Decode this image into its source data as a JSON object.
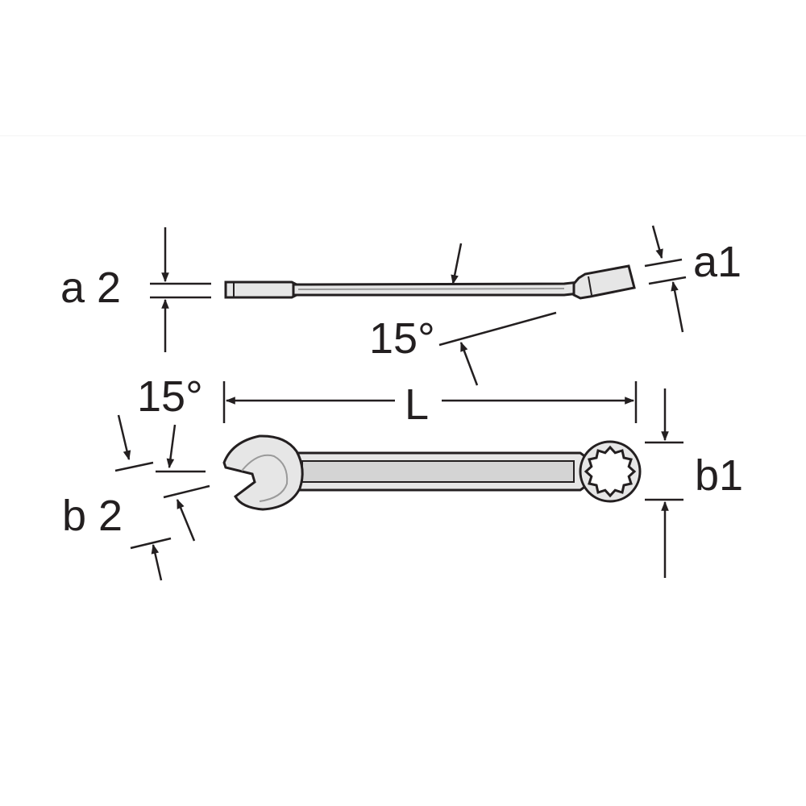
{
  "diagram": {
    "labels": {
      "a2": "a 2",
      "a1": "a1",
      "angle_side_view": "15°",
      "angle_head": "15°",
      "length": "L",
      "b2": "b 2",
      "b1": "b1"
    },
    "colors": {
      "stroke": "#231f20",
      "wrench_fill": "#e6e6e6",
      "wrench_shade": "#cfcfcf",
      "background": "#ffffff"
    },
    "views": [
      "side-view",
      "top-view"
    ]
  }
}
